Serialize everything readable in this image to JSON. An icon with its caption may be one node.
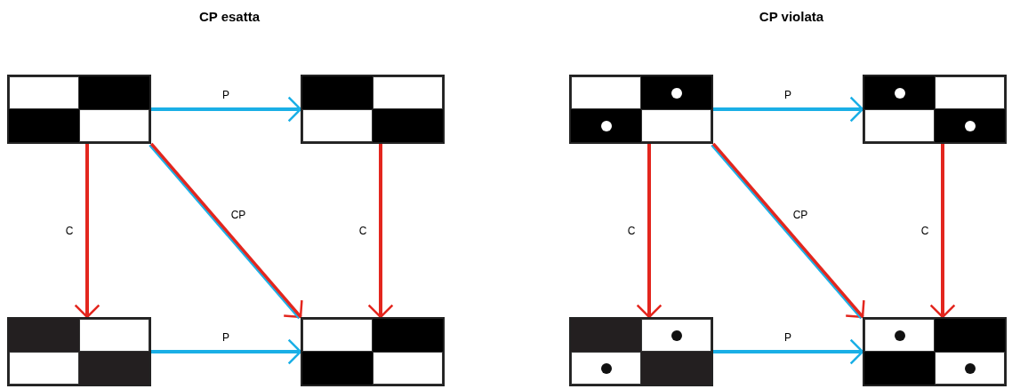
{
  "diagram": {
    "nodes": [
      {
        "text": [],
        "shape": "box"
      },
      {
        "text": [],
        "shape": "box"
      },
      {
        "text": [],
        "shape": "box"
      },
      {
        "text": [],
        "shape": "box"
      },
      {
        "text": [],
        "shape": "box"
      },
      {
        "text": [],
        "shape": "box"
      },
      {
        "text": [],
        "shape": "box"
      },
      {
        "text": [],
        "shape": "box"
      }
    ],
    "edges": [
      {
        "from": 0,
        "to": 1,
        "arrow": "to",
        "label": "P",
        "color": "#1aafe6"
      },
      {
        "from": 0,
        "to": 2,
        "arrow": "to",
        "label": "C",
        "color": "#e3261e"
      },
      {
        "from": 0,
        "to": 3,
        "arrow": "to",
        "label": "CP",
        "color": "#e3261e"
      },
      {
        "from": 1,
        "to": 3,
        "arrow": "to",
        "label": "C",
        "color": "#e3261e"
      },
      {
        "from": 2,
        "to": 3,
        "arrow": "to",
        "label": "P",
        "color": "#1aafe6"
      },
      {
        "from": 4,
        "to": 5,
        "arrow": "to",
        "label": "P",
        "color": "#1aafe6"
      },
      {
        "from": 4,
        "to": 6,
        "arrow": "to",
        "label": "C",
        "color": "#e3261e"
      },
      {
        "from": 4,
        "to": 7,
        "arrow": "to",
        "label": "CP",
        "color": "#e3261e"
      },
      {
        "from": 5,
        "to": 7,
        "arrow": "to",
        "label": "C",
        "color": "#e3261e"
      },
      {
        "from": 6,
        "to": 7,
        "arrow": "to",
        "label": "P",
        "color": "#1aafe6"
      }
    ],
    "labels": [
      "CP esatta",
      "CP violata"
    ]
  }
}
